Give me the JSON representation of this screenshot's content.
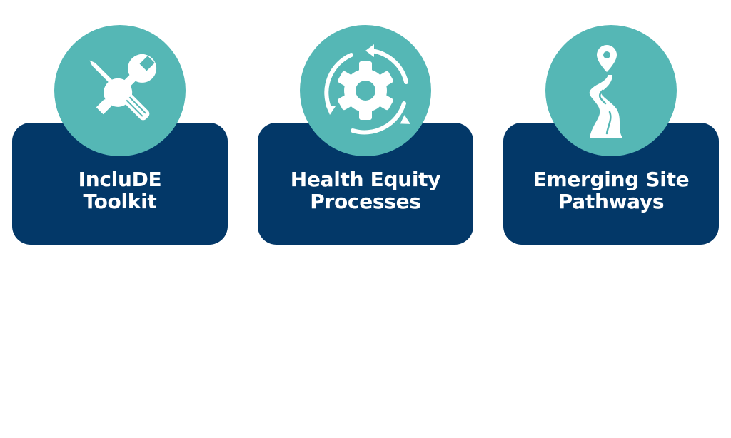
{
  "colors": {
    "card": "#033868",
    "circle": "#55b7b5",
    "text": "#ffffff",
    "background": "#ffffff"
  },
  "cards": [
    {
      "icon": "wrench-screwdriver-icon",
      "line1": "IncluDE",
      "line2": "Toolkit"
    },
    {
      "icon": "gear-cycle-icon",
      "line1": "Health Equity",
      "line2": "Processes"
    },
    {
      "icon": "winding-road-location-pin-icon",
      "line1": "Emerging Site",
      "line2": "Pathways"
    }
  ]
}
